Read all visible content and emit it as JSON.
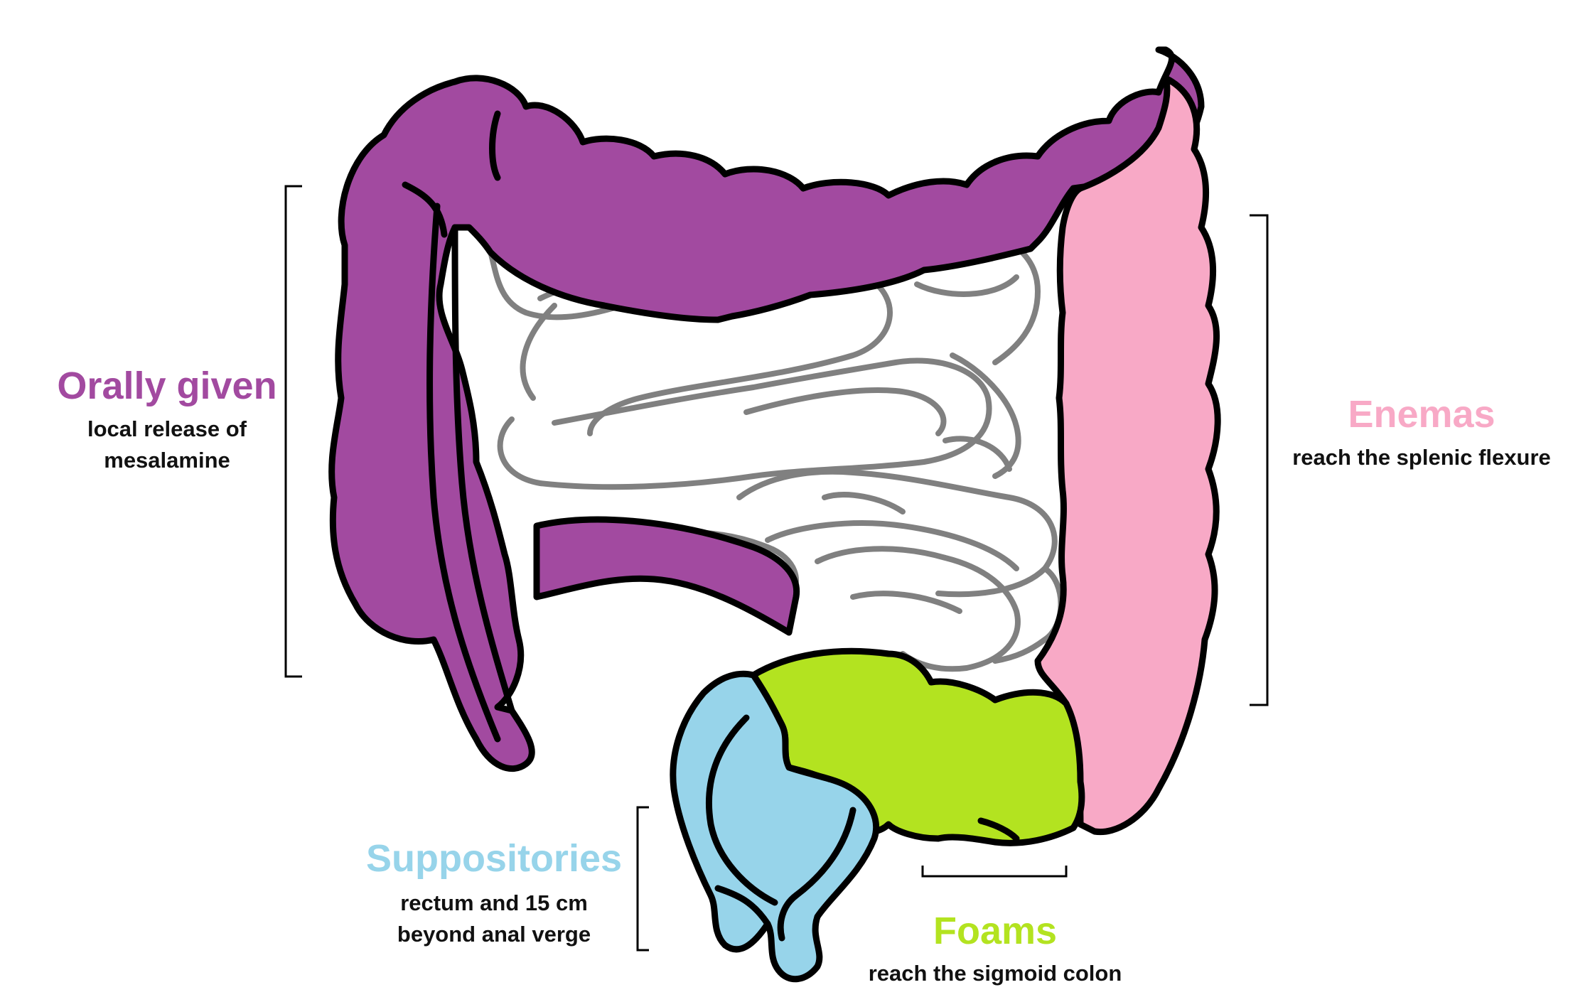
{
  "labels": {
    "oral": {
      "title": "Orally given",
      "line1": "local release of",
      "line2": "mesalamine",
      "color": "#a24aa0"
    },
    "enemas": {
      "title": "Enemas",
      "line1": "reach the splenic flexure",
      "color": "#f8a9c6"
    },
    "suppositories": {
      "title": "Suppositories",
      "line1": "rectum and 15 cm",
      "line2": "beyond anal verge",
      "color": "#97d4ea"
    },
    "foams": {
      "title": "Foams",
      "line1": "reach the sigmoid colon",
      "color": "#b3e320"
    }
  },
  "colors": {
    "outline": "#000000",
    "small_intestine": "#808080",
    "background": "#ffffff"
  }
}
